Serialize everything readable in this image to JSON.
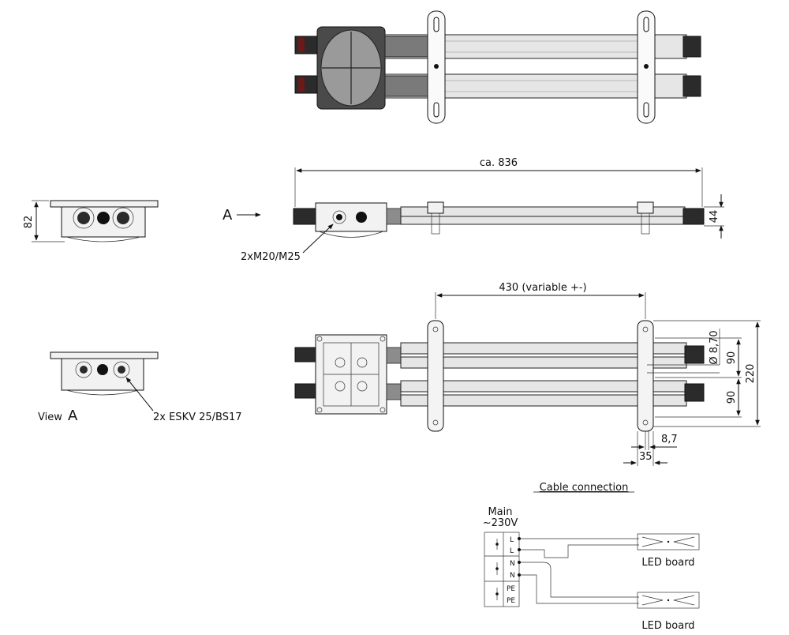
{
  "dimensions": {
    "overall_length": "ca. 836",
    "height_side": "44",
    "height_end": "82",
    "spacing": "430 (variable +-)",
    "diameter": "Ø 8,70",
    "pitch_upper": "90",
    "pitch_lower": "90",
    "total_width": "220",
    "bracket_hole": "8,7",
    "bracket_width": "35"
  },
  "callouts": {
    "view_arrow": "A",
    "glands": "2xM20/M25",
    "view_label": "View",
    "view_letter": "A",
    "connectors": "2x ESKV 25/BS17"
  },
  "wiring": {
    "title": "Cable connection",
    "supply_line1": "Main",
    "supply_line2": "~230V",
    "terminals": [
      "L",
      "L",
      "N",
      "N",
      "PE",
      "PE"
    ],
    "board_top": "LED board",
    "board_bottom": "LED board"
  },
  "colors": {
    "line": "#111111",
    "tube": "#e6e6e6",
    "dark": "#2b2b2b"
  }
}
